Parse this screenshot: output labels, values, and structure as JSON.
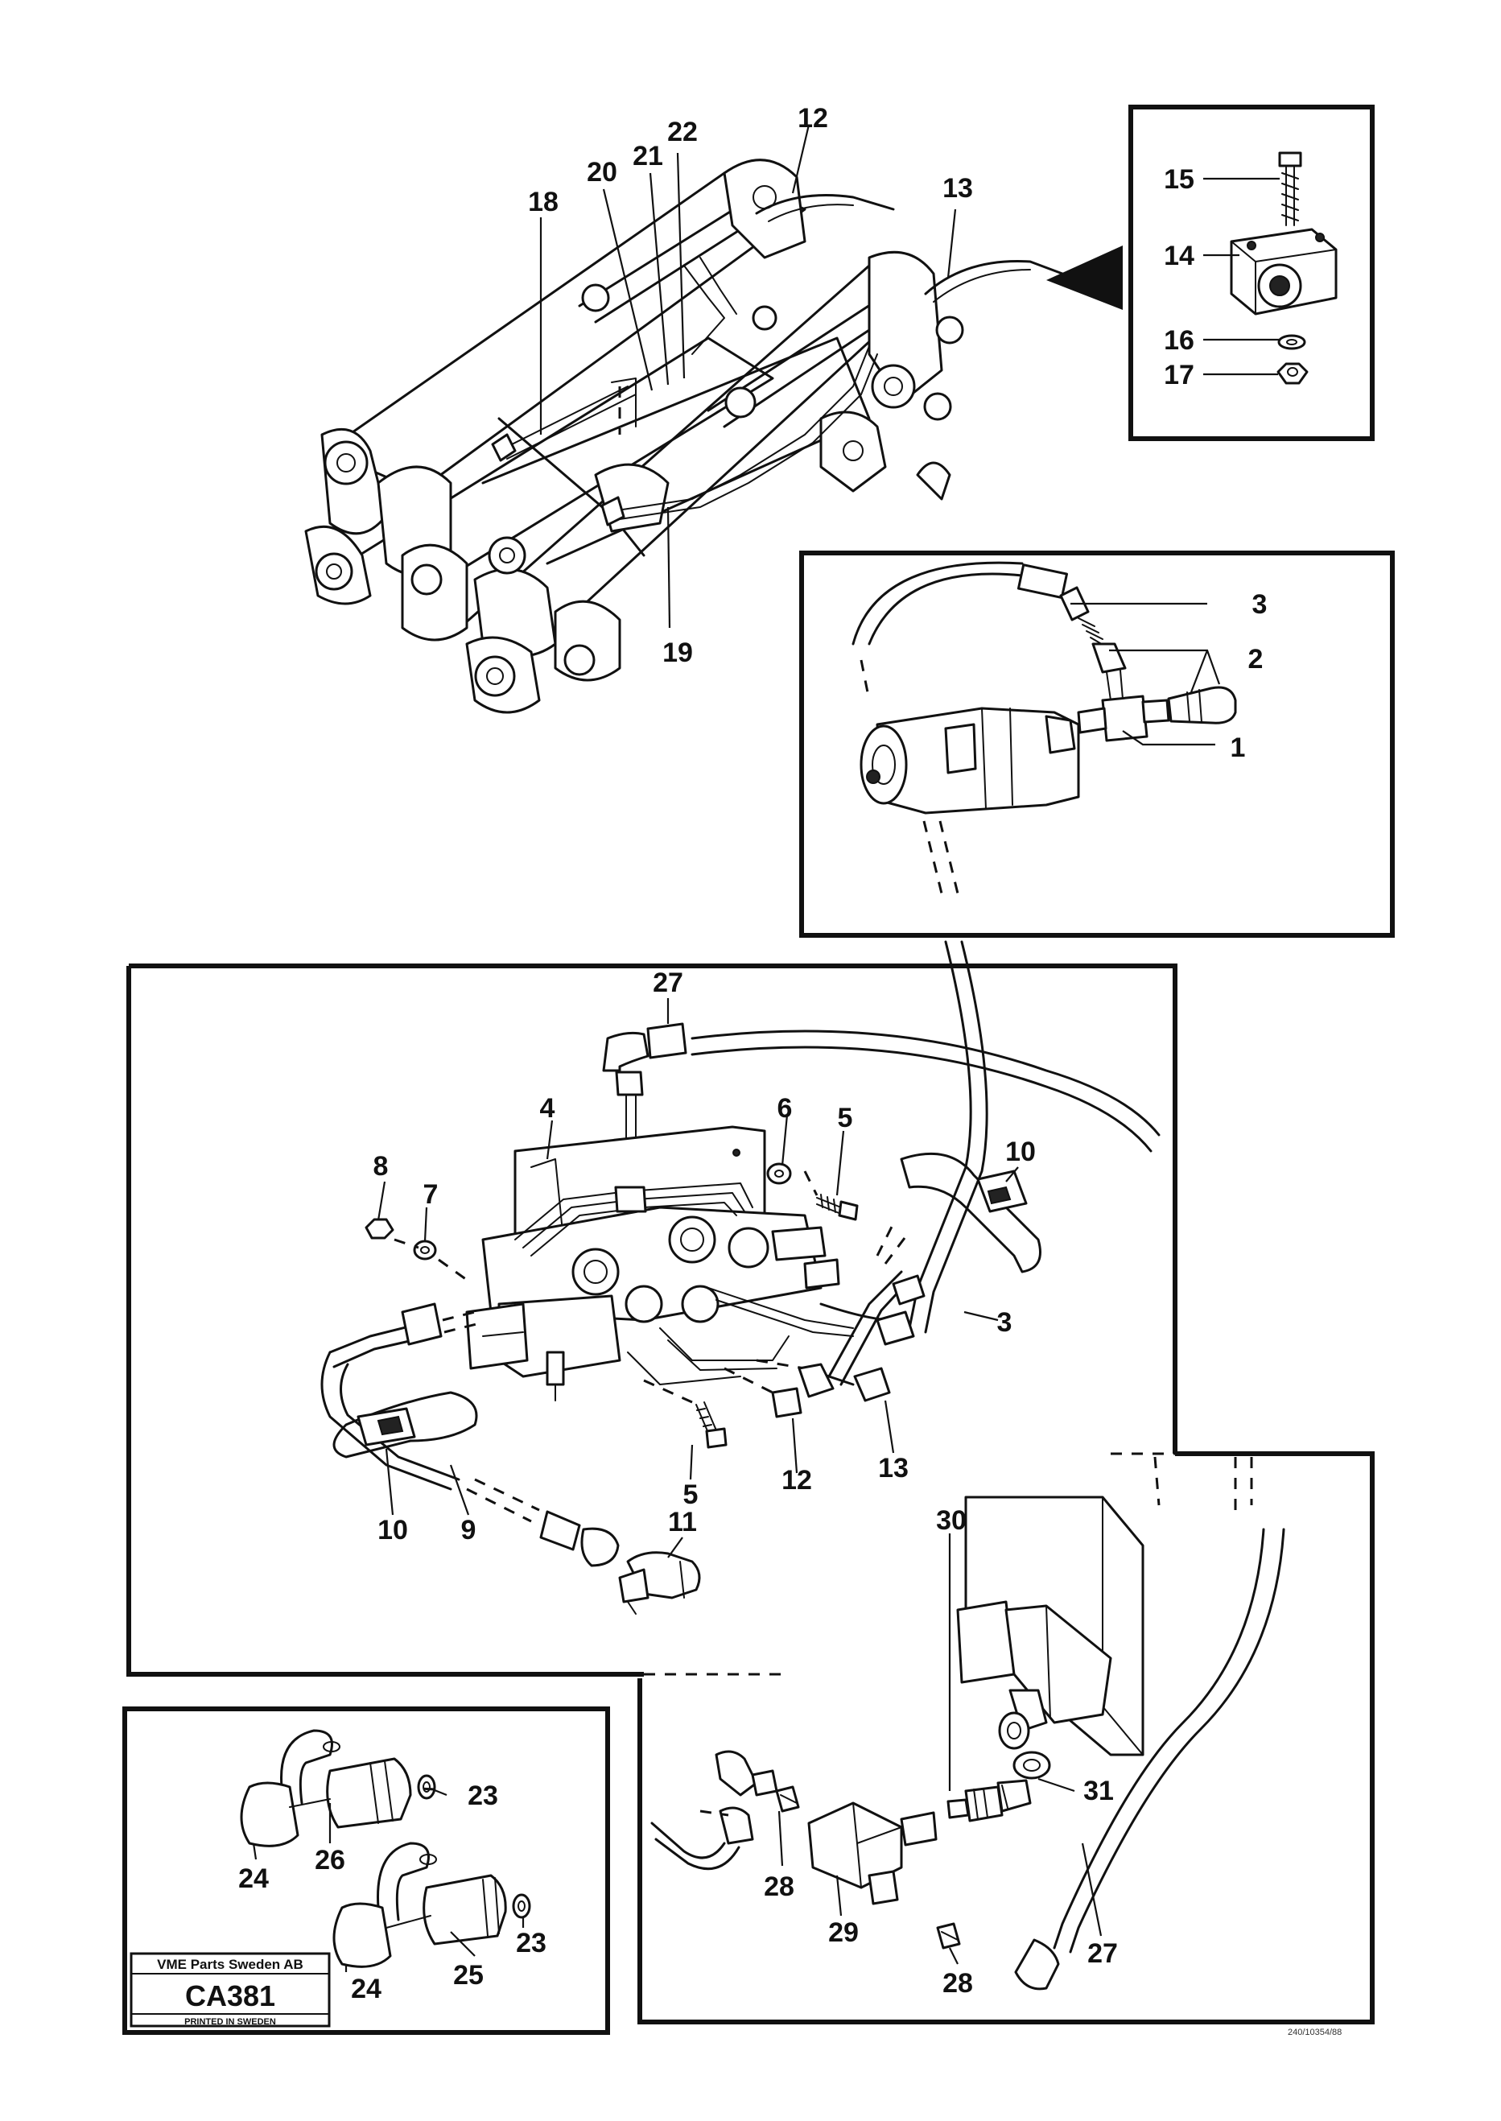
{
  "parts": {
    "p1": "1",
    "p2": "2",
    "p3": "3",
    "p4": "4",
    "p5": "5",
    "p6": "6",
    "p7": "7",
    "p8": "8",
    "p9": "9",
    "p10": "10",
    "p11": "11",
    "p12": "12",
    "p13": "13",
    "p14": "14",
    "p15": "15",
    "p16": "16",
    "p17": "17",
    "p18": "18",
    "p19": "19",
    "p20": "20",
    "p21": "21",
    "p22": "22",
    "p23": "23",
    "p24": "24",
    "p25": "25",
    "p26": "26",
    "p27": "27",
    "p28": "28",
    "p29": "29",
    "p30": "30",
    "p31": "31"
  },
  "stamp": {
    "company": "VME Parts Sweden AB",
    "code": "CA381",
    "printed": "PRINTED IN SWEDEN"
  },
  "corner_ref": "240/10354/88"
}
